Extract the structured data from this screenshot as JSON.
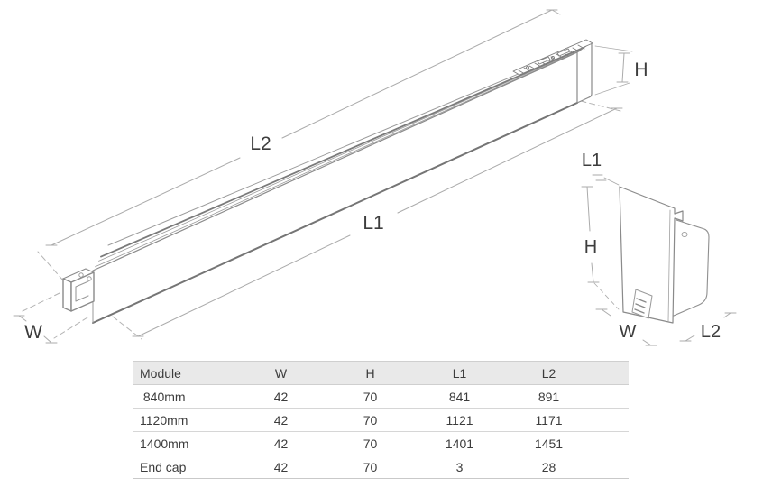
{
  "diagram": {
    "main": {
      "l2": "L2",
      "l1": "L1",
      "h": "H",
      "w": "W"
    },
    "endcap": {
      "l1": "L1",
      "h": "H",
      "w": "W",
      "l2": "L2"
    }
  },
  "table": {
    "columns": [
      "Module",
      "W",
      "H",
      "L1",
      "L2"
    ],
    "rows": [
      {
        "module": " 840mm",
        "w": "42",
        "h": "70",
        "l1": "841",
        "l2": "891"
      },
      {
        "module": "1120mm",
        "w": "42",
        "h": "70",
        "l1": "1121",
        "l2": "1171"
      },
      {
        "module": "1400mm",
        "w": "42",
        "h": "70",
        "l1": "1401",
        "l2": "1451"
      },
      {
        "module": "End cap",
        "w": "42",
        "h": "70",
        "l1": "3",
        "l2": "28"
      }
    ]
  },
  "colors": {
    "line": "#8a8a8a",
    "line_thick": "#757575",
    "line_thin": "#ababab",
    "dash": "#b3b3b3",
    "label": "#3d3d3d",
    "header_bg": "#e9e9e9",
    "table_border": "#cfcfcf"
  }
}
